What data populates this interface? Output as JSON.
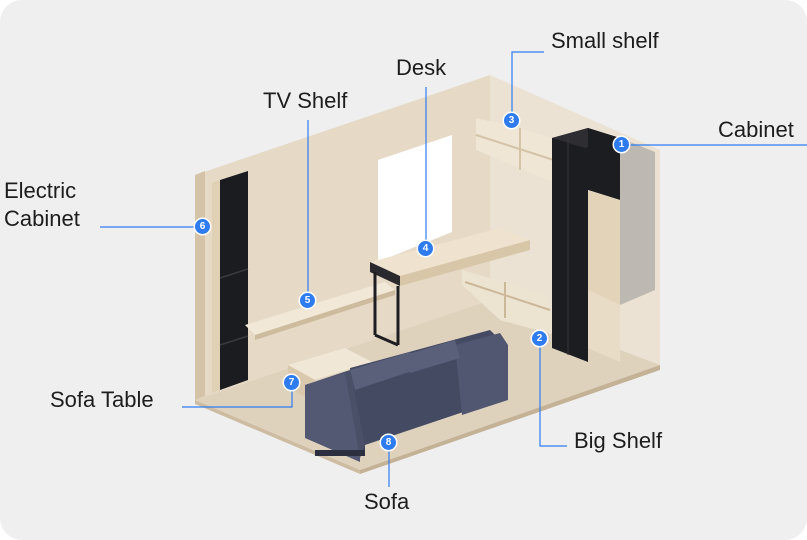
{
  "labels": {
    "cabinet": "Cabinet",
    "big_shelf": "Big Shelf",
    "small_shelf": "Small shelf",
    "desk": "Desk",
    "tv_shelf": "TV Shelf",
    "electric_cabinet_line1": "Electric",
    "electric_cabinet_line2": "Cabinet",
    "sofa_table": "Sofa Table",
    "sofa": "Sofa"
  },
  "markers": {
    "cabinet": "1",
    "big_shelf": "2",
    "small_shelf": "3",
    "desk": "4",
    "tv_shelf": "5",
    "electric_cabinet": "6",
    "sofa_table": "7",
    "sofa": "8"
  },
  "colors": {
    "marker": "#2f7cf0",
    "leader_line": "#2f7cf0",
    "background": "#efefef"
  }
}
